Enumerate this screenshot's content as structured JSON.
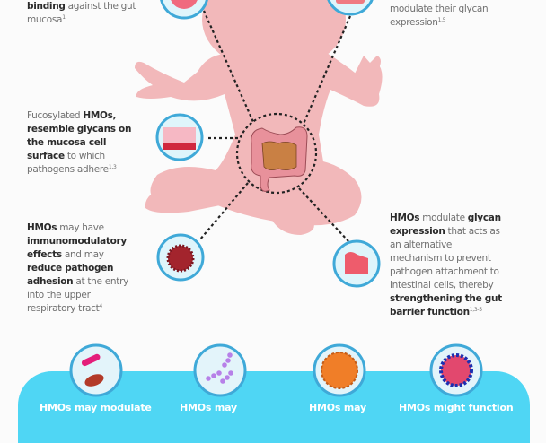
{
  "colors": {
    "background": "#fbfbfb",
    "baby_silhouette": "#f2b8ba",
    "panel_cyan": "#4fd6f4",
    "icon_ring": "#3fa9d8",
    "icon_fill": "#dff5fb",
    "body_text": "#707070",
    "bold_text": "#2b2b2b",
    "connector": "#222222"
  },
  "callouts": {
    "top_left": {
      "bold1": "binding",
      "text1": " against the gut",
      "text2": "mucosa",
      "ref": "1",
      "icon": "pathogen-cell-icon"
    },
    "top_right": {
      "text1": "modulate their glycan",
      "text2": "expression",
      "ref": "1,5",
      "icon": "epithelial-cells-icon"
    },
    "mid_left": {
      "text1": "Fucosylated ",
      "bold1": "HMOs,",
      "bold2": "resemble glycans on",
      "bold3": "the mucosa cell",
      "bold4": "surface",
      "text2": " to which",
      "text3": "pathogens adhere",
      "ref": "1,3",
      "icon": "mucosa-cells-icon"
    },
    "bottom_left": {
      "bold1": "HMOs",
      "text1": " may have",
      "bold2": "immunomodulatory",
      "bold3": "effects",
      "text2": " and may",
      "bold4": "reduce pathogen",
      "bold5": "adhesion",
      "text3": " at the entry",
      "text4": "into the upper",
      "text5": "respiratory tract",
      "ref": "4",
      "icon": "virus-icon"
    },
    "bottom_right": {
      "bold1": "HMOs",
      "text1": " modulate ",
      "bold2": "glycan",
      "bold3": "expression",
      "text2": " that acts as",
      "text3": "an alternative",
      "text4": "mechanism to prevent",
      "text5": "pathogen attachment to",
      "text6": "intestinal cells, thereby",
      "bold4": "strengthening the gut",
      "bold5": "barrier function",
      "ref": "1,3-5",
      "icon": "small-intestine-icon"
    }
  },
  "center": {
    "icon": "gut-intestines-icon"
  },
  "bottom_panel": {
    "items": [
      {
        "icon": "bacteria-icon",
        "label": "HMOs may modulate"
      },
      {
        "icon": "streptococcus-icon",
        "label": "HMOs may"
      },
      {
        "icon": "orange-virus-icon",
        "label": "HMOs may"
      },
      {
        "icon": "blue-virus-icon",
        "label": "HMOs might function"
      }
    ]
  }
}
